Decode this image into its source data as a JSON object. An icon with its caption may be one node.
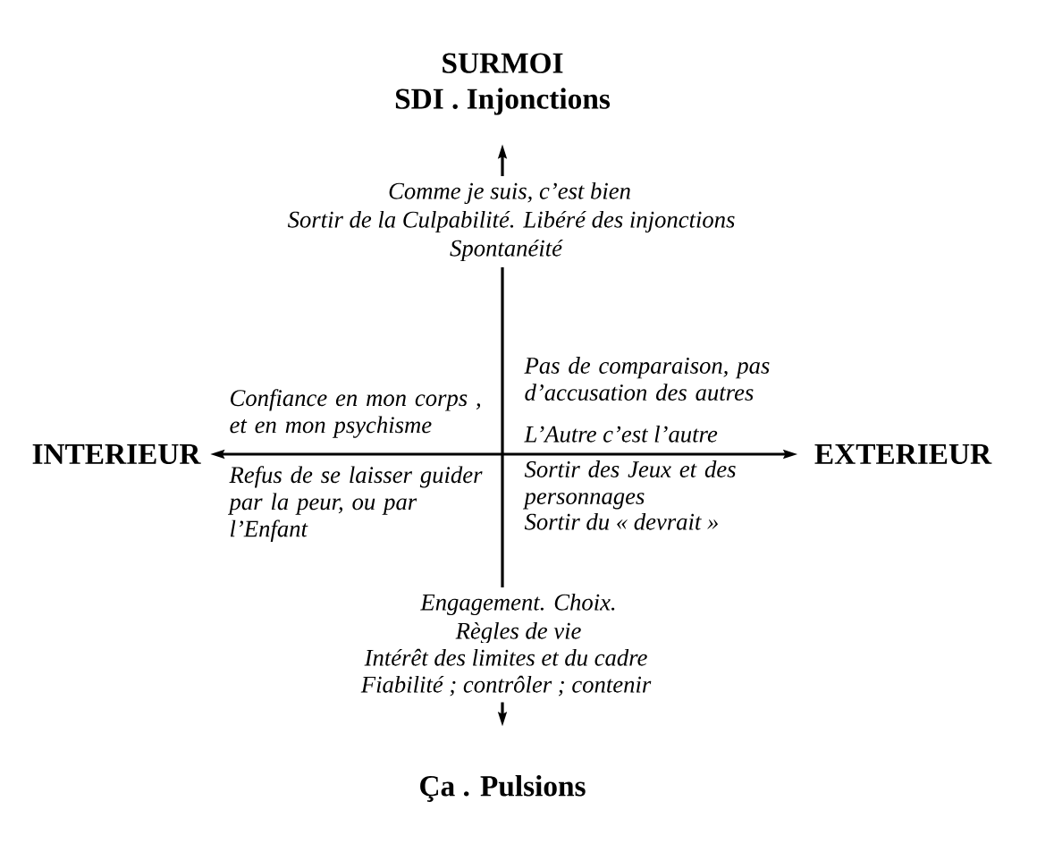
{
  "diagram": {
    "nodes": [
      {
        "text": [
          "SURMOI",
          "SDI . Injonctions"
        ]
      },
      {
        "text": [
          "INTERIEUR"
        ]
      },
      {
        "text": [
          "EXTERIEUR"
        ]
      },
      {
        "text": [
          "Ça . Pulsions"
        ]
      }
    ],
    "edges": [
      {
        "from": 0,
        "to": 3,
        "arrow": "both"
      },
      {
        "from": 1,
        "to": 2,
        "arrow": "both"
      }
    ],
    "labels": [
      "Comme je suis, c’est bien",
      "Sortir de la Culpabilité. Libéré des injonctions",
      "Spontanéité",
      "Confiance en mon corps , et en mon psychisme",
      "Pas de comparaison, pas d’accusation des autres",
      "Refus de se laisser guider par la peur, ou par l’Enfant",
      "L’Autre c’est l’autre",
      "Sortir des Jeux et des personnages",
      "Sortir du « devrait »",
      "Engagement. Choix.",
      "Règles de vie",
      "Intérêt des limites et du cadre",
      "Fiabilité ; contrôler ; contenir"
    ]
  }
}
